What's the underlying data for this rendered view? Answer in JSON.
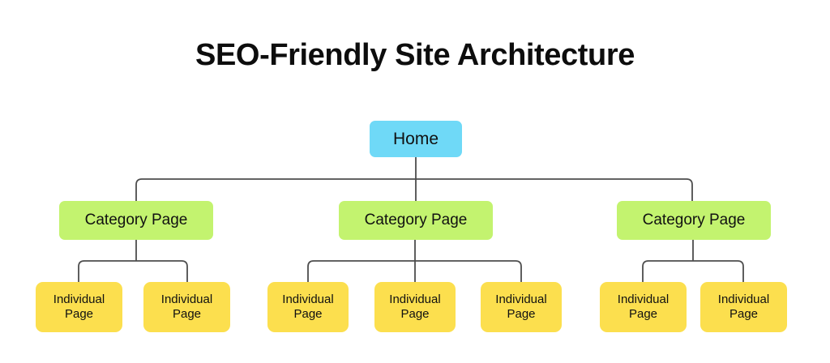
{
  "title": "SEO-Friendly Site Architecture",
  "colors": {
    "root": "#6FD9F7",
    "category": "#C3F36F",
    "leaf": "#FCDF4E",
    "connector": "#4d4d4d",
    "text": "#111111",
    "background": "#FFFFFF"
  },
  "chart_data": {
    "type": "diagram",
    "title": "SEO-Friendly Site Architecture",
    "levels": [
      "Home",
      "Category Page",
      "Individual Page"
    ]
  },
  "tree": {
    "root": {
      "label": "Home",
      "level": 1
    },
    "categories": [
      {
        "label": "Category Page",
        "level": 2,
        "children": [
          {
            "label": "Individual\nPage",
            "level": 3
          },
          {
            "label": "Individual\nPage",
            "level": 3
          }
        ]
      },
      {
        "label": "Category Page",
        "level": 2,
        "children": [
          {
            "label": "Individual\nPage",
            "level": 3
          },
          {
            "label": "Individual\nPage",
            "level": 3
          },
          {
            "label": "Individual\nPage",
            "level": 3
          }
        ]
      },
      {
        "label": "Category Page",
        "level": 2,
        "children": [
          {
            "label": "Individual\nPage",
            "level": 3
          },
          {
            "label": "Individual\nPage",
            "level": 3
          }
        ]
      }
    ]
  }
}
